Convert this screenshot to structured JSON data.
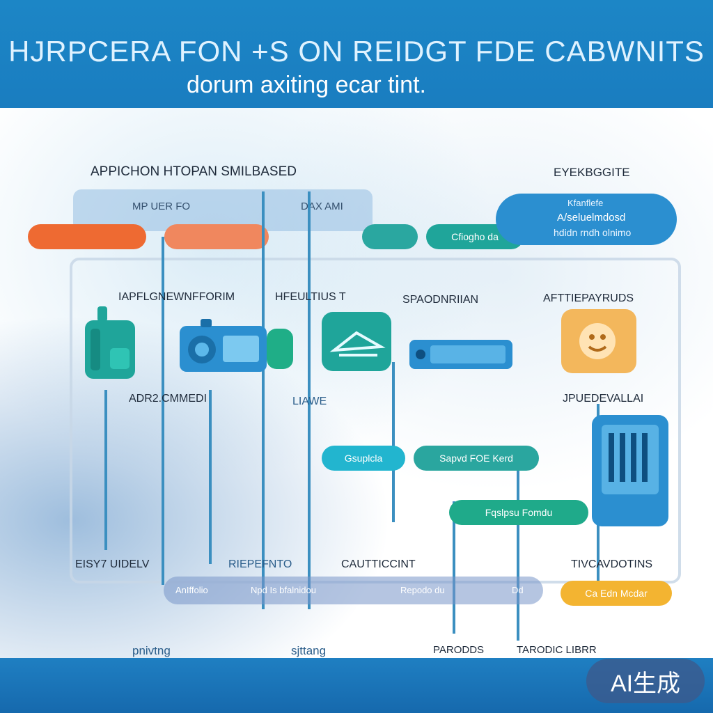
{
  "header": {
    "title": "HJRPCERA FON +S ON REIDGT FDE CABWNITS",
    "subtitle": "dorum axiting ecar tint."
  },
  "top_row": {
    "left_heading": "APPICHON HTOPAN SMILBASED",
    "right_heading": "EYEKBGGITE",
    "panel_left": "MP UER FO",
    "panel_mid": "DAX AMI",
    "green_pill_1": "",
    "green_pill_2": "Cfiogho da",
    "right_bubble": [
      "Kfanflefe",
      "A/seluelmdosd",
      "hdidn rndh olnimo"
    ]
  },
  "columns": [
    {
      "label": "IAPFLGNEWNFFORIM",
      "sub": "ADR2.CMMEDI"
    },
    {
      "label": "HFEULTIUS T",
      "sub": "LIAWE"
    },
    {
      "label": "SPAODNRIIAN",
      "sub": ""
    },
    {
      "label": "AFTTIEPAYRUDS",
      "sub": "JPUEDEVALLAI"
    }
  ],
  "middle": {
    "pill_cyan": "Gsuplcla",
    "pill_teal": "Sapvd FOE Kerd",
    "pill_green": "Fqslpsu Fomdu"
  },
  "bottom_row": {
    "labels": [
      "EISY7 UIDELV",
      "RIEPEFNTO",
      "CAUTTICCINT",
      "TIVCAVDOTINS"
    ],
    "bar_items": [
      "AnIffolio",
      "Npd Is bfalnidou",
      "Repodo du",
      "Dd"
    ],
    "orange_pill": "Ca Edn Mcdar"
  },
  "footer_labels": [
    "pnivtng",
    "sjttang",
    "PARODDS",
    "TARODIC LIBRR"
  ],
  "badge": "AI生成",
  "colors": {
    "header_blue": "#1a7dc0",
    "orange": "#ee6a32",
    "teal": "#1fa59a",
    "green": "#1fae87",
    "blue": "#2b8fd0",
    "amber": "#f3b431"
  },
  "icons": [
    "backpack-icon",
    "radio-device-icon",
    "ship-screen-icon",
    "data-bar-icon",
    "face-app-icon",
    "tablet-icon"
  ]
}
